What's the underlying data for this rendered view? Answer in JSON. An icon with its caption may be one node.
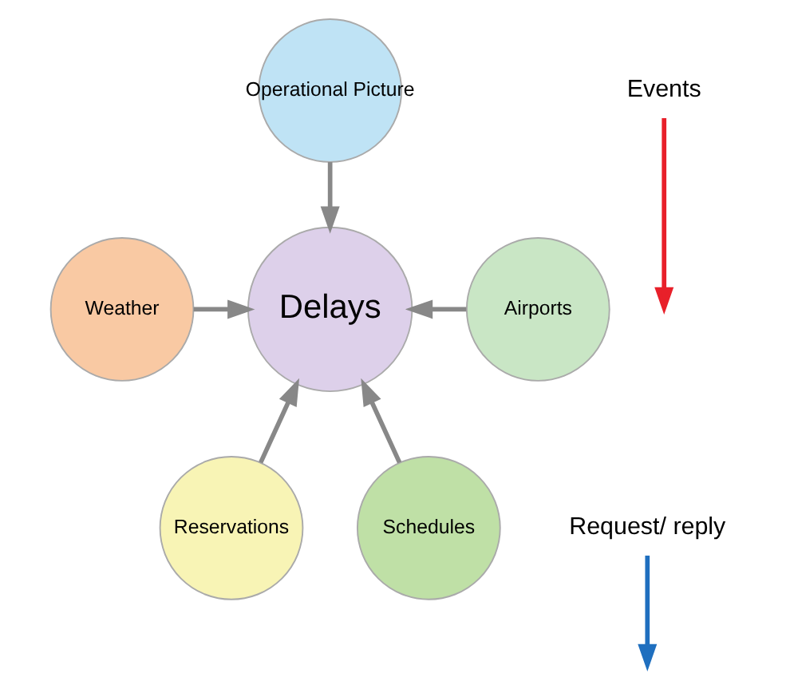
{
  "diagram": {
    "nodes": [
      {
        "text": [
          "Operational Picture"
        ]
      },
      {
        "text": [
          "Weather"
        ]
      },
      {
        "text": [
          "Delays"
        ]
      },
      {
        "text": [
          "Airports"
        ]
      },
      {
        "text": [
          "Reservations"
        ]
      },
      {
        "text": [
          "Schedules"
        ]
      },
      {
        "text": [
          "Events"
        ]
      },
      {
        "text": [
          "Request/ reply"
        ]
      }
    ],
    "edges": [
      {
        "from": 0,
        "to": 2,
        "arrow": "to"
      },
      {
        "from": 1,
        "to": 2,
        "arrow": "to"
      },
      {
        "from": 3,
        "to": 2,
        "arrow": "to"
      },
      {
        "from": 4,
        "to": 2,
        "arrow": "to"
      },
      {
        "from": 5,
        "to": 2,
        "arrow": "to"
      },
      {
        "from": 6,
        "to": null,
        "arrow": "to",
        "color": "#e8202a"
      },
      {
        "from": 7,
        "to": null,
        "arrow": "to",
        "color": "#1f6fbf"
      }
    ]
  }
}
